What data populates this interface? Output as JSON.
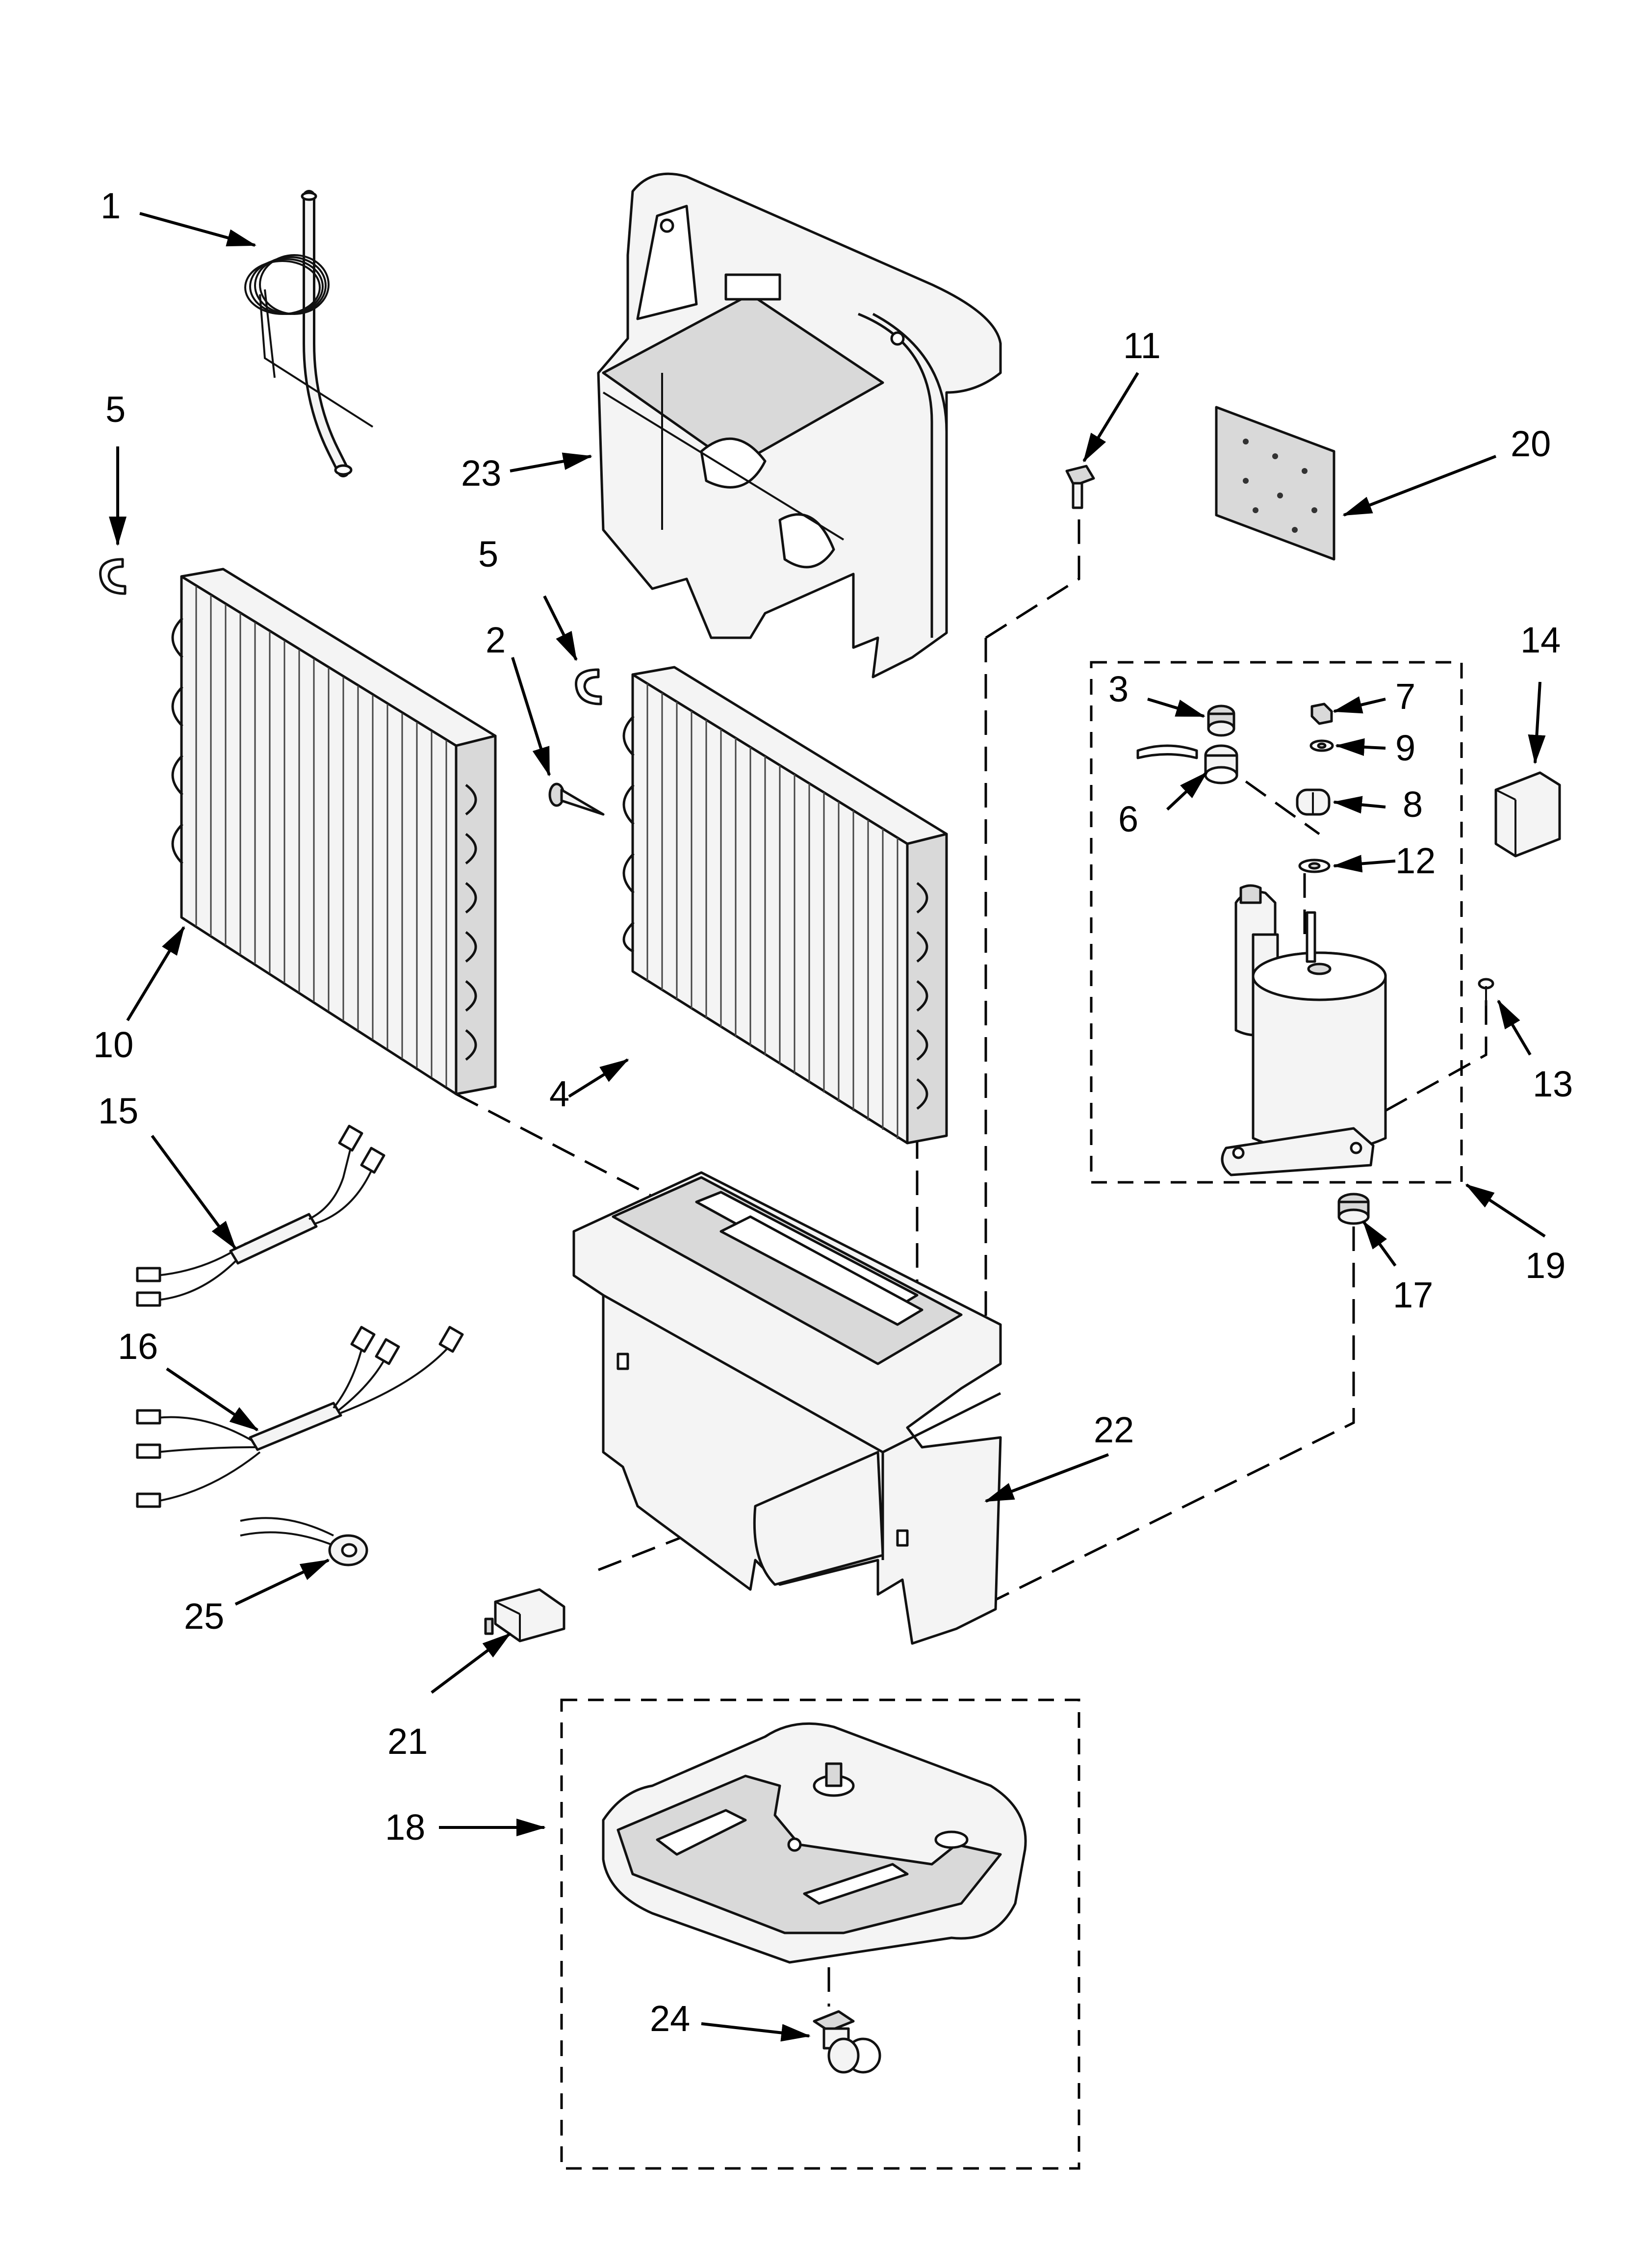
{
  "callouts": [
    {
      "id": "c1",
      "text": "1"
    },
    {
      "id": "c2",
      "text": "2"
    },
    {
      "id": "c3",
      "text": "3"
    },
    {
      "id": "c4",
      "text": "4"
    },
    {
      "id": "c5a",
      "text": "5"
    },
    {
      "id": "c5b",
      "text": "5"
    },
    {
      "id": "c6",
      "text": "6"
    },
    {
      "id": "c7",
      "text": "7"
    },
    {
      "id": "c8",
      "text": "8"
    },
    {
      "id": "c9",
      "text": "9"
    },
    {
      "id": "c10",
      "text": "10"
    },
    {
      "id": "c11",
      "text": "11"
    },
    {
      "id": "c12",
      "text": "12"
    },
    {
      "id": "c13",
      "text": "13"
    },
    {
      "id": "c14",
      "text": "14"
    },
    {
      "id": "c15",
      "text": "15"
    },
    {
      "id": "c16",
      "text": "16"
    },
    {
      "id": "c17",
      "text": "17"
    },
    {
      "id": "c18",
      "text": "18"
    },
    {
      "id": "c19",
      "text": "19"
    },
    {
      "id": "c20",
      "text": "20"
    },
    {
      "id": "c21",
      "text": "21"
    },
    {
      "id": "c22",
      "text": "22"
    },
    {
      "id": "c23",
      "text": "23"
    },
    {
      "id": "c24",
      "text": "24"
    },
    {
      "id": "c25",
      "text": "25"
    }
  ]
}
